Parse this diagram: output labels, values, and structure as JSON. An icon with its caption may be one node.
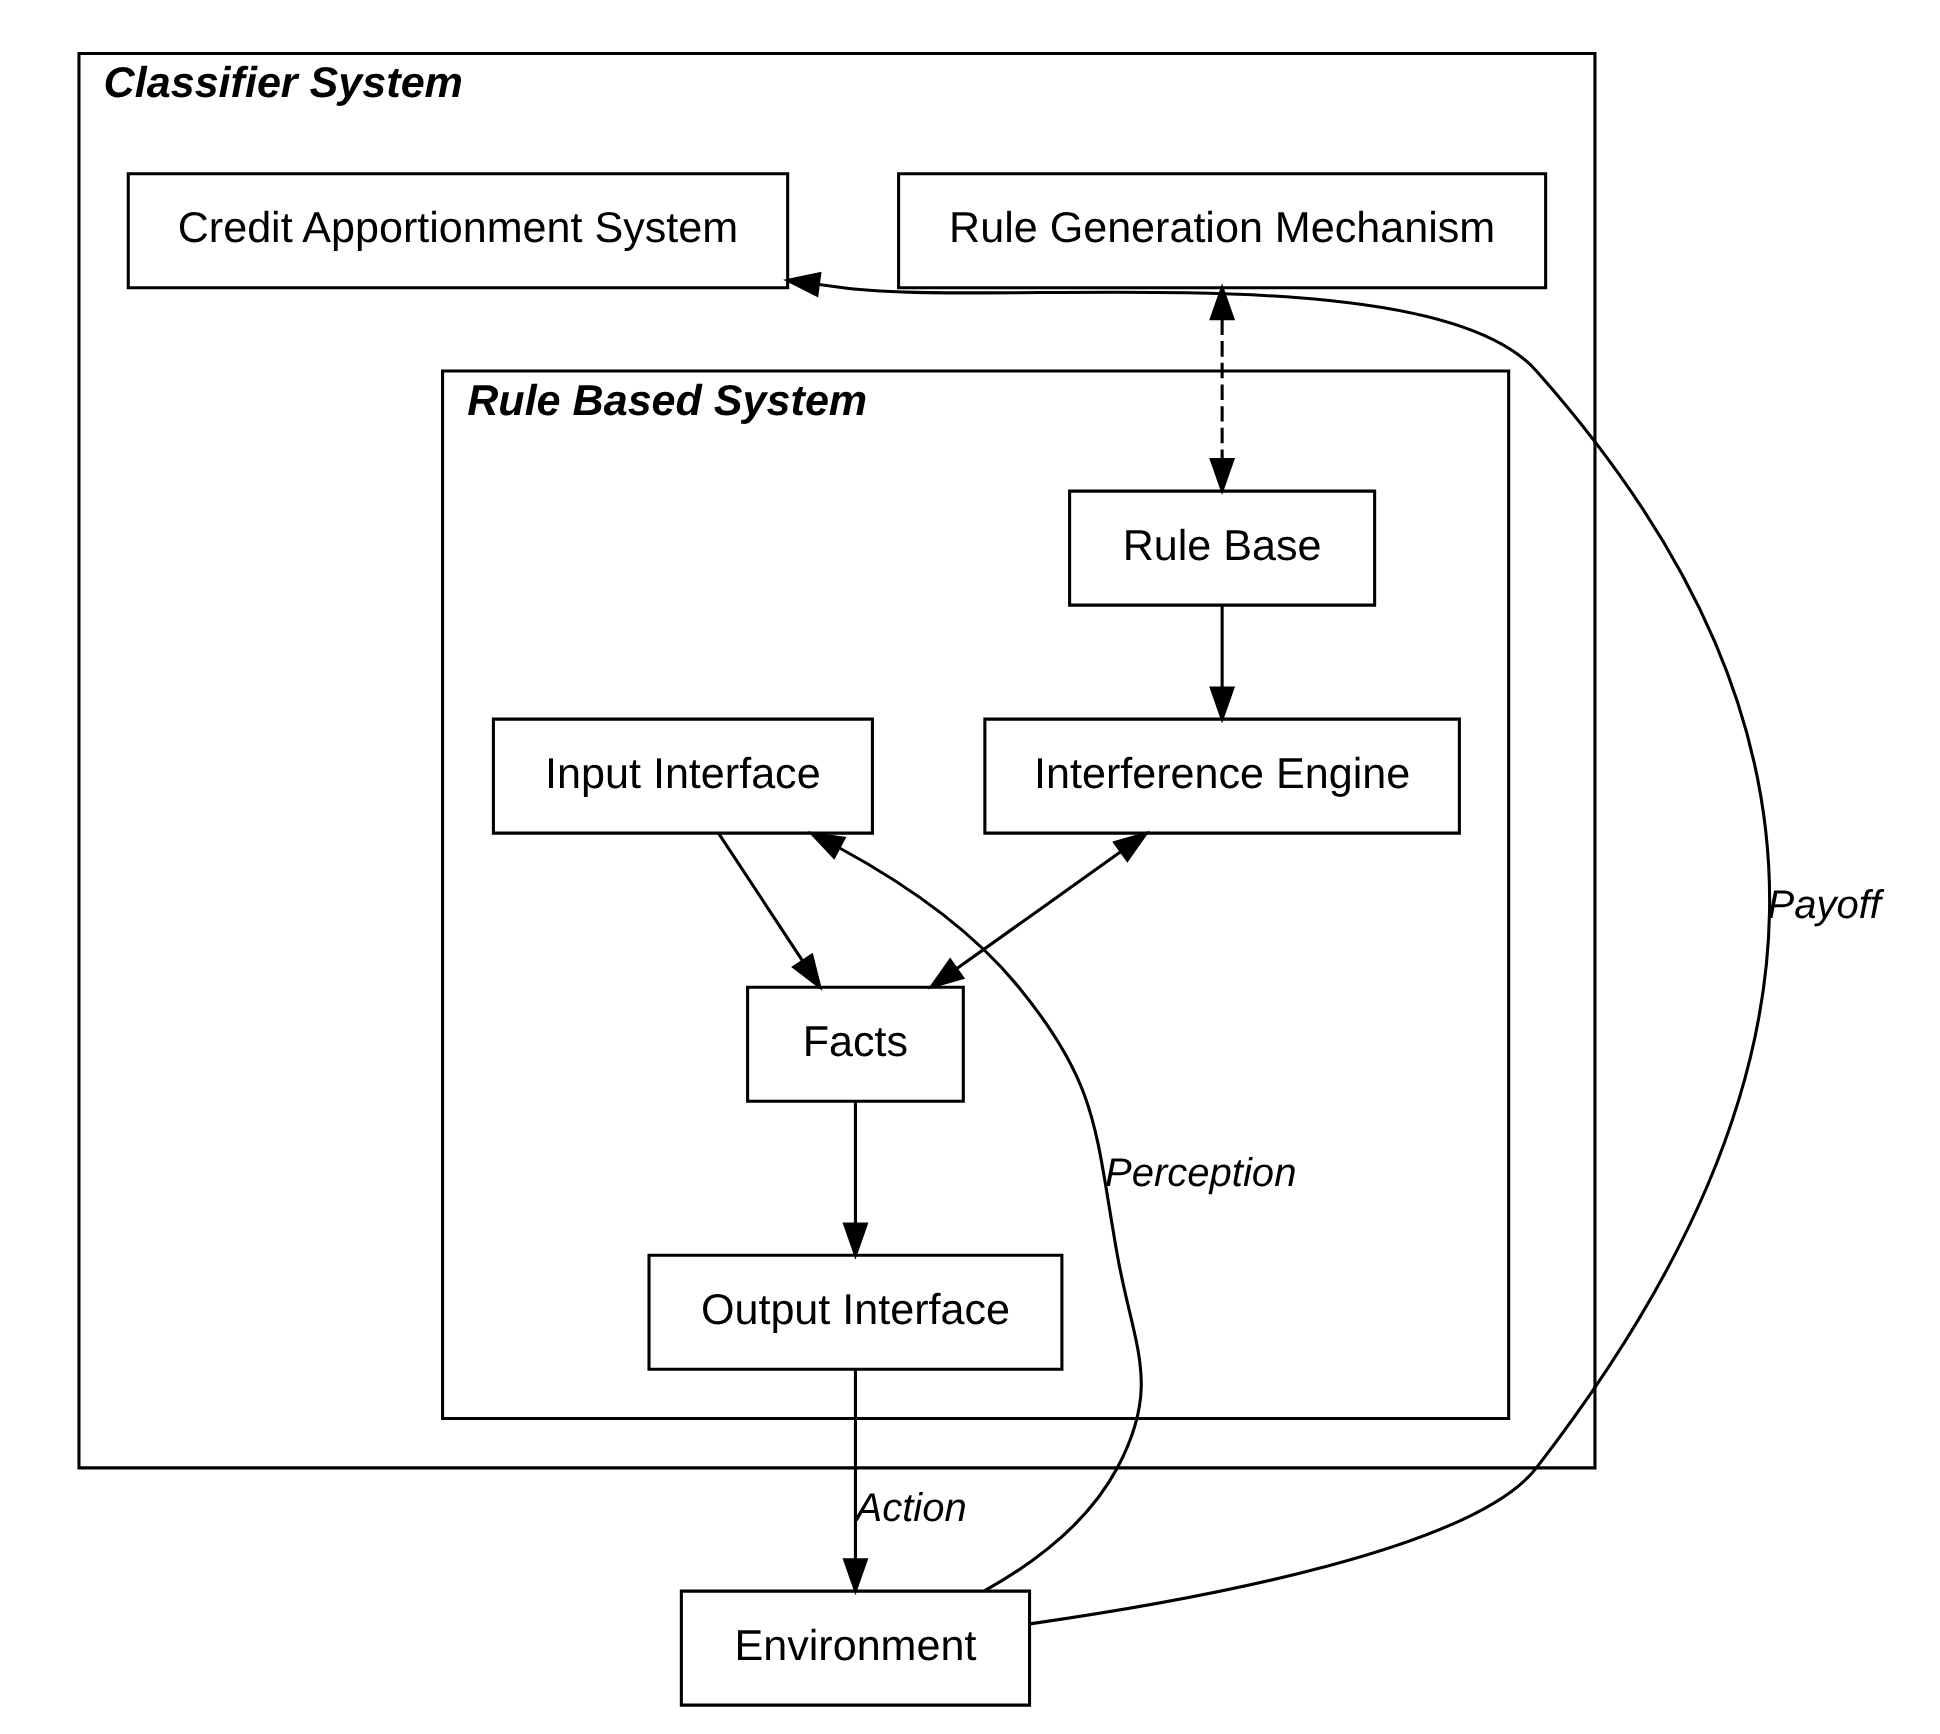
{
  "diagram": {
    "nodes": [
      {
        "text": [
          "Classifier System"
        ]
      },
      {
        "text": [
          "Rule Generation Mechanism"
        ],
        "in": 0
      },
      {
        "text": [
          "Rule Based System"
        ],
        "in": 0
      },
      {
        "text": [
          "Credit Apportionment System"
        ],
        "in": 0
      },
      {
        "text": [
          "Rule Base"
        ],
        "in": 2
      },
      {
        "text": [
          "Interference Engine"
        ],
        "in": 2
      },
      {
        "text": [
          "Input Interface"
        ],
        "in": 2
      },
      {
        "text": [
          "Facts"
        ],
        "in": 2
      },
      {
        "text": [
          "Output Interface"
        ],
        "in": 2
      },
      {
        "text": [
          "Environment"
        ]
      }
    ],
    "edges": [
      {
        "from": 1,
        "to": 4,
        "arrow": "both",
        "style": "dashed"
      },
      {
        "from": 4,
        "to": 5,
        "arrow": "to"
      },
      {
        "from": 5,
        "to": 7,
        "arrow": "both"
      },
      {
        "from": 6,
        "to": 7,
        "arrow": "to"
      },
      {
        "from": 7,
        "to": 8,
        "arrow": "to"
      },
      {
        "from": 9,
        "to": 6,
        "arrow": "to",
        "label": "Perception"
      },
      {
        "from": 8,
        "to": 9,
        "arrow": "to",
        "label": "Action"
      },
      {
        "from": 9,
        "to": 3,
        "arrow": "to",
        "label": "Payoff"
      }
    ]
  }
}
